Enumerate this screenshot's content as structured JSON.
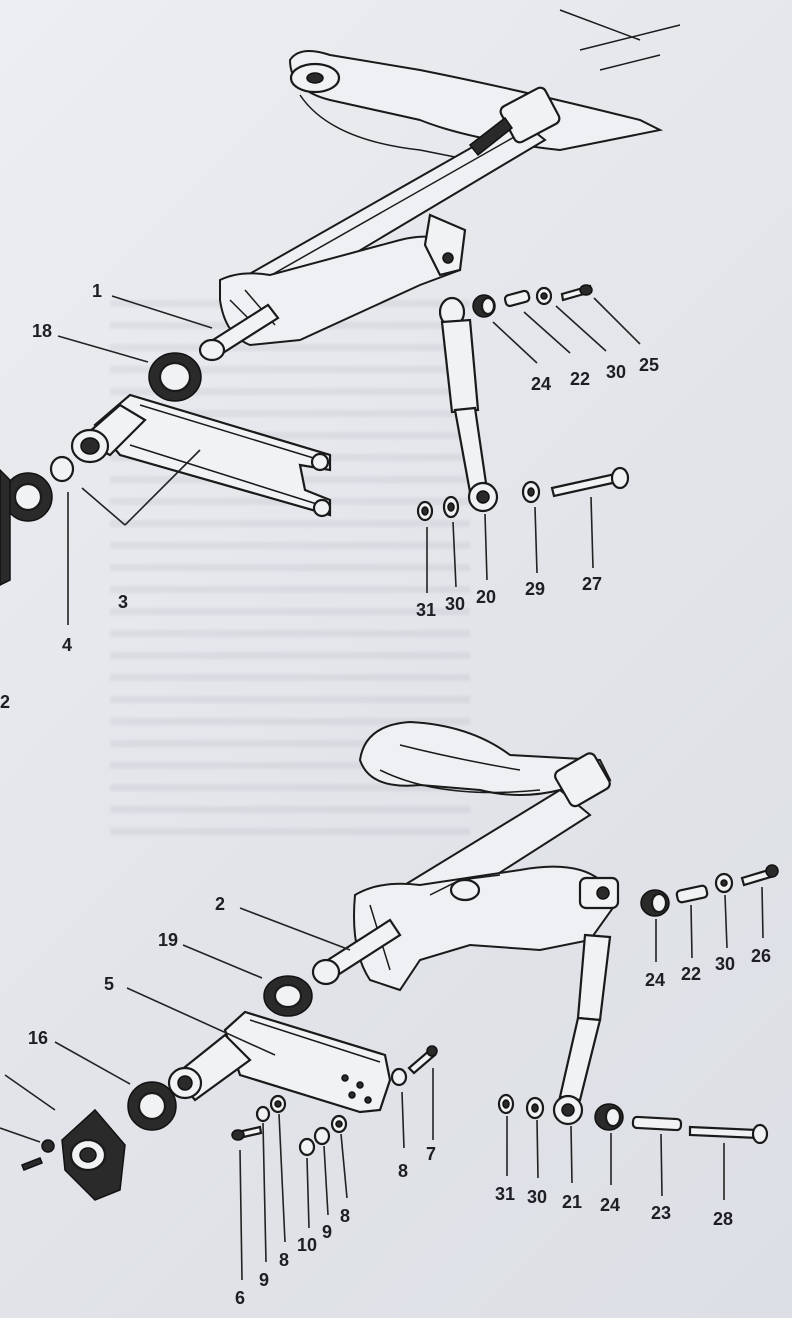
{
  "callouts": {
    "n1": "1",
    "n18": "18",
    "n3": "3",
    "n4": "4",
    "n2_left": "2",
    "n24_top": "24",
    "n22_top": "22",
    "n30_top": "30",
    "n25": "25",
    "n31_top": "31",
    "n30_mid": "30",
    "n20": "20",
    "n29": "29",
    "n27": "27",
    "n2": "2",
    "n19": "19",
    "n5": "5",
    "n16": "16",
    "n24_right": "24",
    "n22_right": "22",
    "n30_right": "30",
    "n26": "26",
    "n7": "7",
    "n8_a": "8",
    "n8_b": "8",
    "n8_c": "8",
    "n6": "6",
    "n9_a": "9",
    "n9_b": "9",
    "n10": "10",
    "n31_bot": "31",
    "n30_bot": "30",
    "n21": "21",
    "n24_bot": "24",
    "n23": "23",
    "n28": "28"
  }
}
